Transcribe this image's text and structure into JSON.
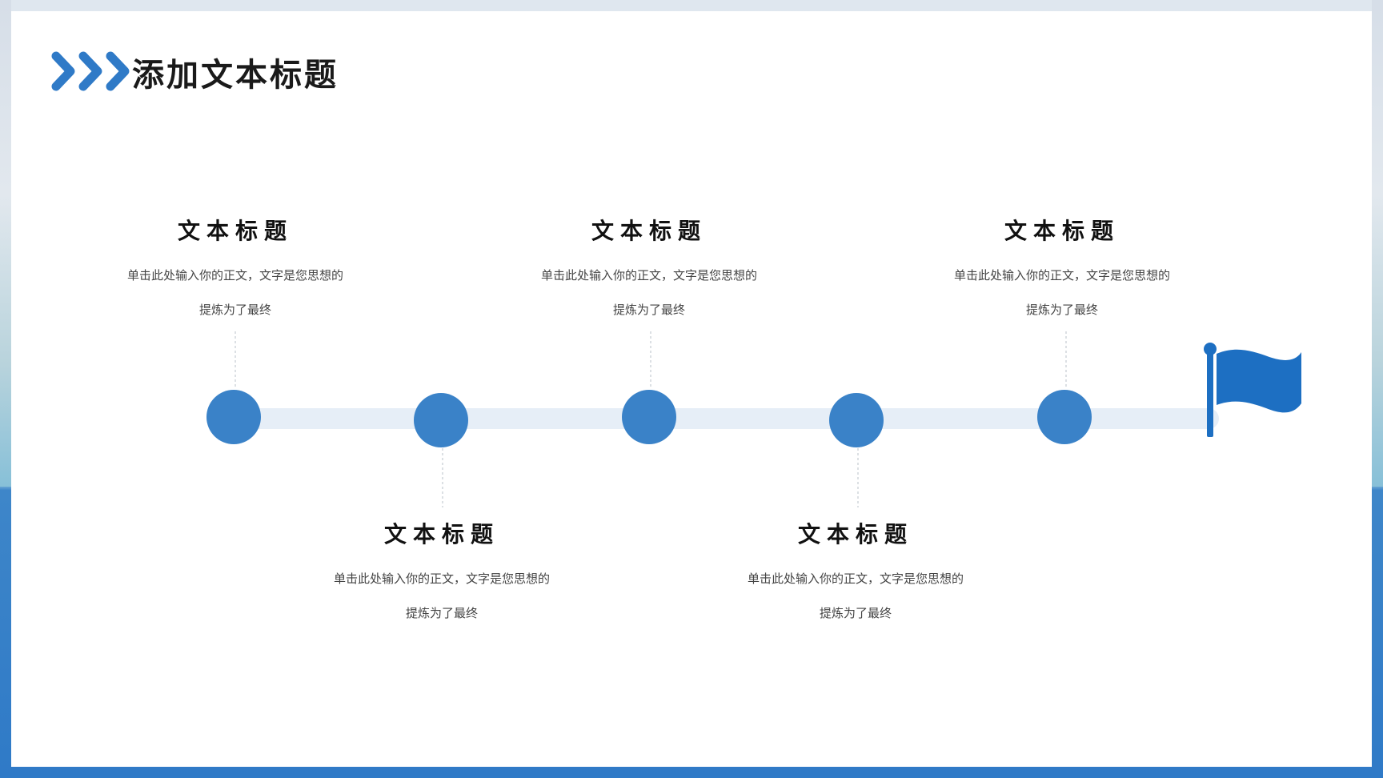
{
  "header": {
    "title": "添加文本标题",
    "icon": "triple-chevron-right-icon"
  },
  "colors": {
    "accent": "#2f7ac7",
    "node": "#3a82c8",
    "track": "#e6eef7",
    "flag": "#1d6fc2",
    "connector": "#d0d6dc"
  },
  "timeline": {
    "end_icon": "flag-icon",
    "steps": [
      {
        "title": "文本标题",
        "body": "单击此处输入你的正文，文字是您思想的提炼为了最终",
        "position": "above"
      },
      {
        "title": "文本标题",
        "body": "单击此处输入你的正文，文字是您思想的提炼为了最终",
        "position": "below"
      },
      {
        "title": "文本标题",
        "body": "单击此处输入你的正文，文字是您思想的提炼为了最终",
        "position": "above"
      },
      {
        "title": "文本标题",
        "body": "单击此处输入你的正文，文字是您思想的提炼为了最终",
        "position": "below"
      },
      {
        "title": "文本标题",
        "body": "单击此处输入你的正文，文字是您思想的提炼为了最终",
        "position": "above"
      }
    ]
  }
}
